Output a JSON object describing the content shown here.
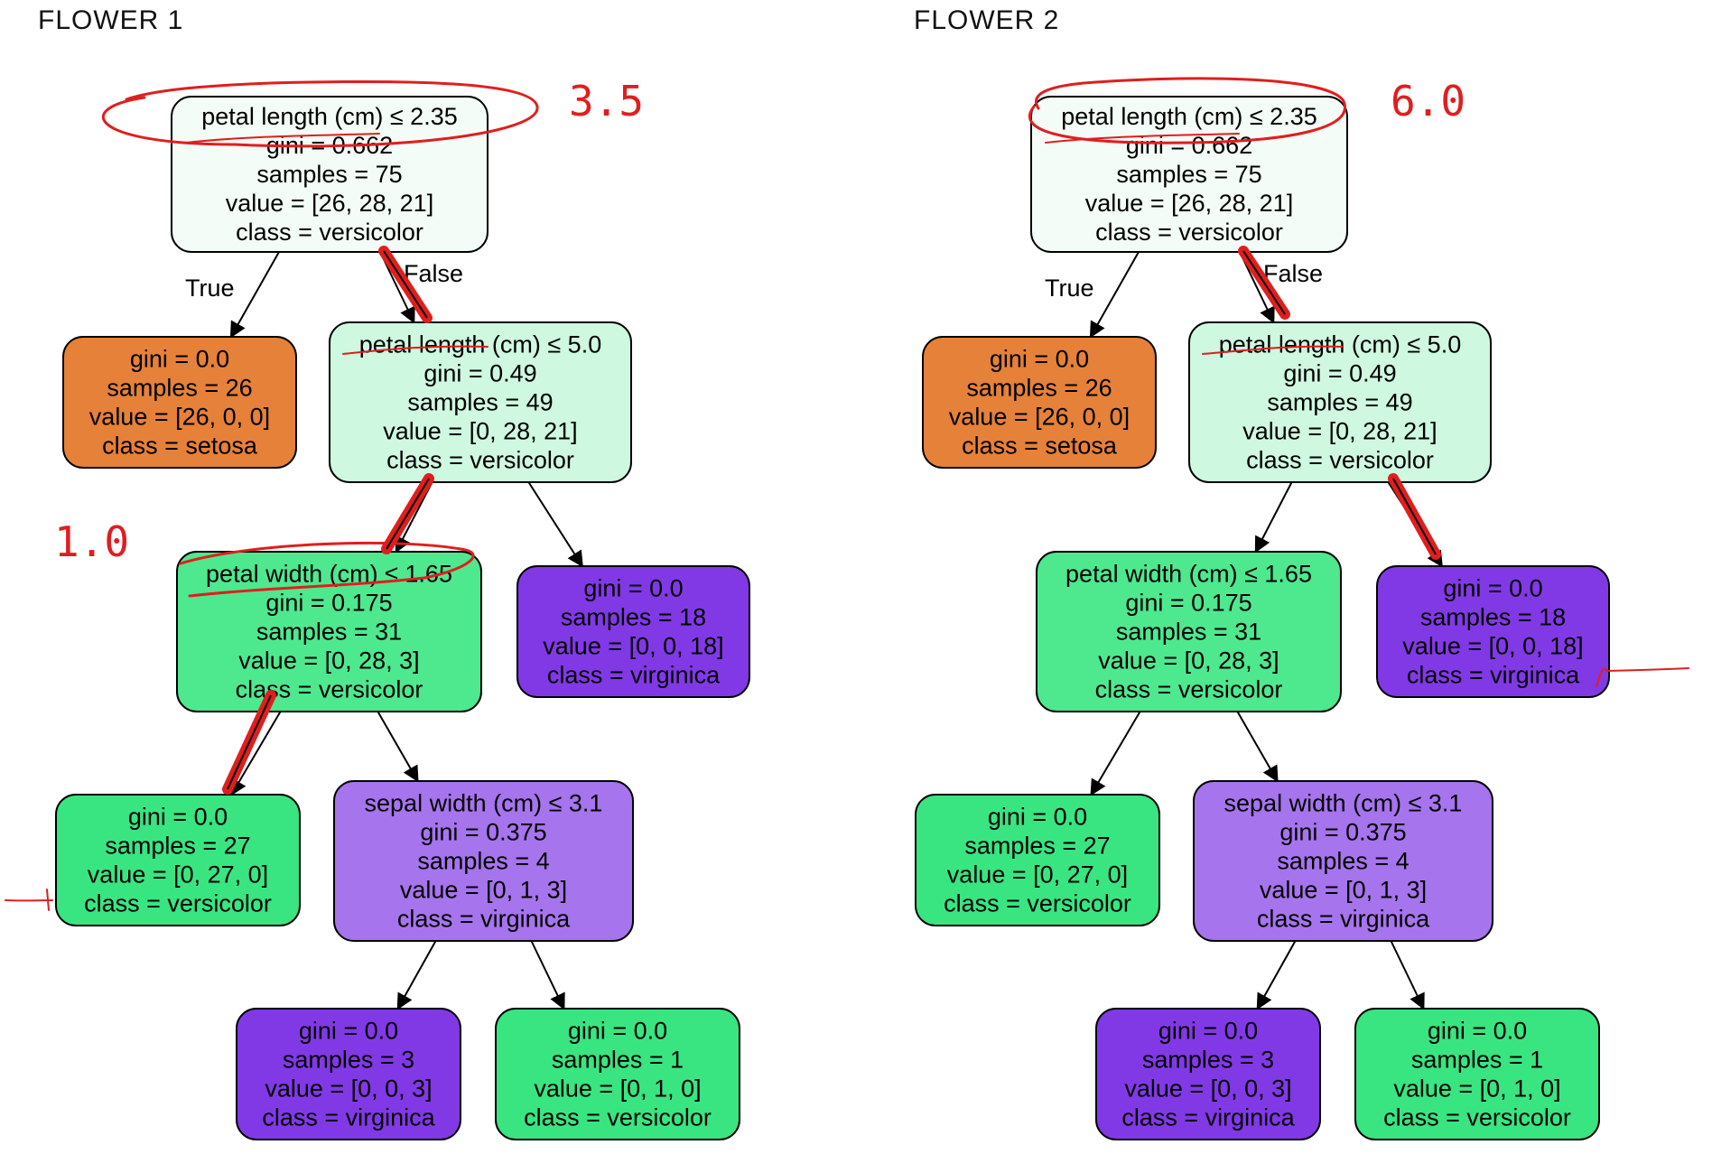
{
  "panels": [
    {
      "title": "FLOWER 1",
      "annotations": [
        "3.5",
        "1.0"
      ]
    },
    {
      "title": "FLOWER 2",
      "annotations": [
        "6.0"
      ]
    }
  ],
  "edge_labels": {
    "left": "True",
    "right": "False"
  },
  "tree": {
    "nodes": [
      {
        "id": "n0",
        "lines": [
          "petal length (cm) ≤ 2.35",
          "gini = 0.662",
          "samples = 75",
          "value = [26, 28, 21]",
          "class = versicolor"
        ],
        "color": "#f4fcf7"
      },
      {
        "id": "n1",
        "lines": [
          "gini = 0.0",
          "samples = 26",
          "value = [26, 0, 0]",
          "class = setosa"
        ],
        "color": "#e58139"
      },
      {
        "id": "n2",
        "lines": [
          "petal length (cm) ≤ 5.0",
          "gini = 0.49",
          "samples = 49",
          "value = [0, 28, 21]",
          "class = versicolor"
        ],
        "color": "#cef8e0"
      },
      {
        "id": "n3",
        "lines": [
          "petal width (cm) ≤ 1.65",
          "gini = 0.175",
          "samples = 31",
          "value = [0, 28, 3]",
          "class = versicolor"
        ],
        "color": "#4ee88f"
      },
      {
        "id": "n4",
        "lines": [
          "gini = 0.0",
          "samples = 18",
          "value = [0, 0, 18]",
          "class = virginica"
        ],
        "color": "#8139e5"
      },
      {
        "id": "n5",
        "lines": [
          "gini = 0.0",
          "samples = 27",
          "value = [0, 27, 0]",
          "class = versicolor"
        ],
        "color": "#39e581"
      },
      {
        "id": "n6",
        "lines": [
          "sepal width (cm) ≤ 3.1",
          "gini = 0.375",
          "samples = 4",
          "value = [0, 1, 3]",
          "class = virginica"
        ],
        "color": "#a674ed"
      },
      {
        "id": "n7",
        "lines": [
          "gini = 0.0",
          "samples = 3",
          "value = [0, 0, 3]",
          "class = virginica"
        ],
        "color": "#8139e5"
      },
      {
        "id": "n8",
        "lines": [
          "gini = 0.0",
          "samples = 1",
          "value = [0, 1, 0]",
          "class = versicolor"
        ],
        "color": "#39e581"
      }
    ],
    "edges": [
      [
        "n0",
        "n1"
      ],
      [
        "n0",
        "n2"
      ],
      [
        "n2",
        "n3"
      ],
      [
        "n2",
        "n4"
      ],
      [
        "n3",
        "n5"
      ],
      [
        "n3",
        "n6"
      ],
      [
        "n6",
        "n7"
      ],
      [
        "n6",
        "n8"
      ]
    ]
  },
  "colors": {
    "annotation": "#e01e1e",
    "edge": "#000000"
  }
}
